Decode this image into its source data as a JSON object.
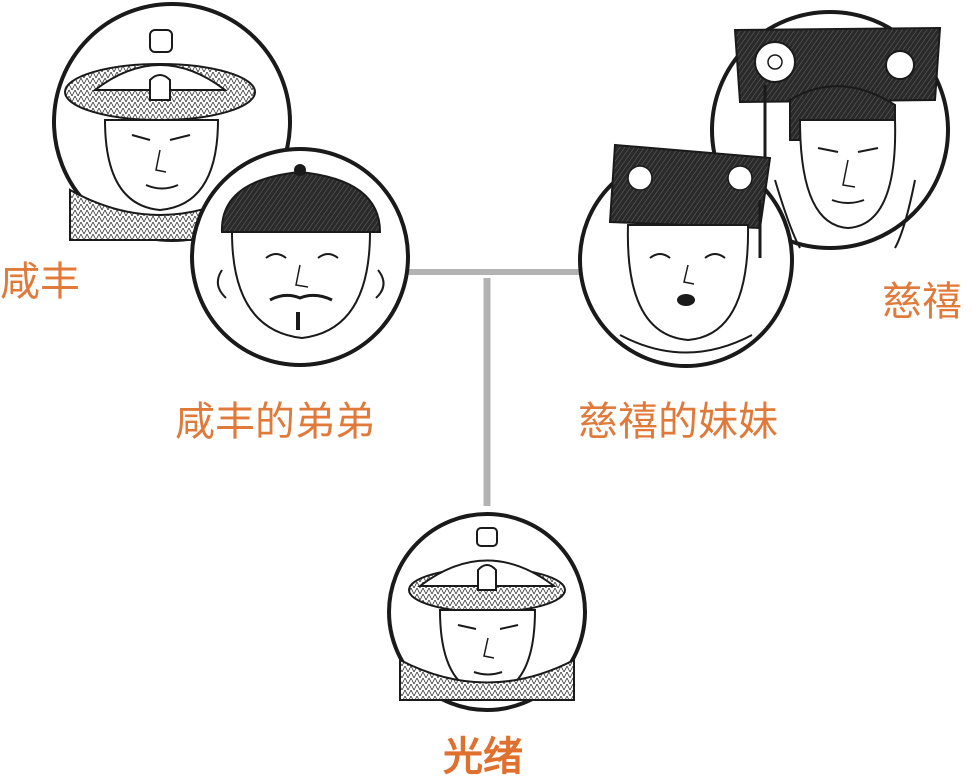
{
  "labels": {
    "xianfeng": "咸丰",
    "xianfeng_brother": "咸丰的弟弟",
    "cixi_sister": "慈禧的妹妹",
    "cixi": "慈禧",
    "guangxu": "光绪"
  },
  "colors": {
    "label_orange": "#E07A3A",
    "connector_gray": "#B3B3B3",
    "outline": "#1a1a1a"
  }
}
